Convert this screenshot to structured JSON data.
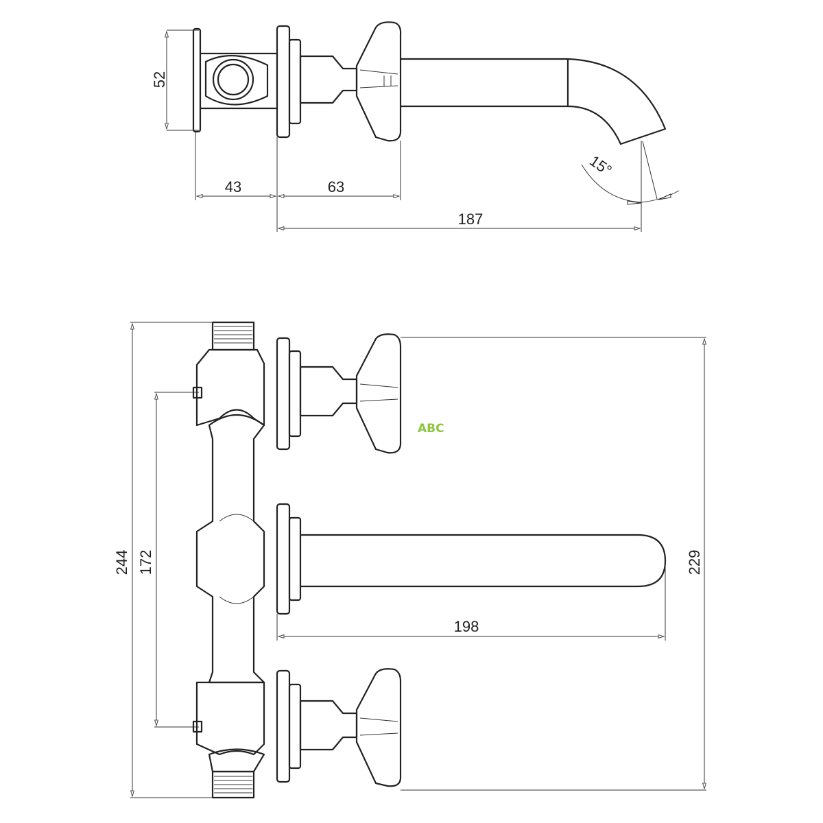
{
  "top_view": {
    "dimensions": {
      "height": "52",
      "body_depth": "43",
      "handle_offset": "63",
      "spout_projection": "187",
      "angle": "15°"
    }
  },
  "front_view": {
    "dimensions": {
      "total_height": "244",
      "inlet_spacing": "172",
      "handle_span": "229",
      "spout_length": "198"
    }
  },
  "watermark": "ABC",
  "colors": {
    "line": "#222222",
    "watermark": "#8cc63f"
  }
}
